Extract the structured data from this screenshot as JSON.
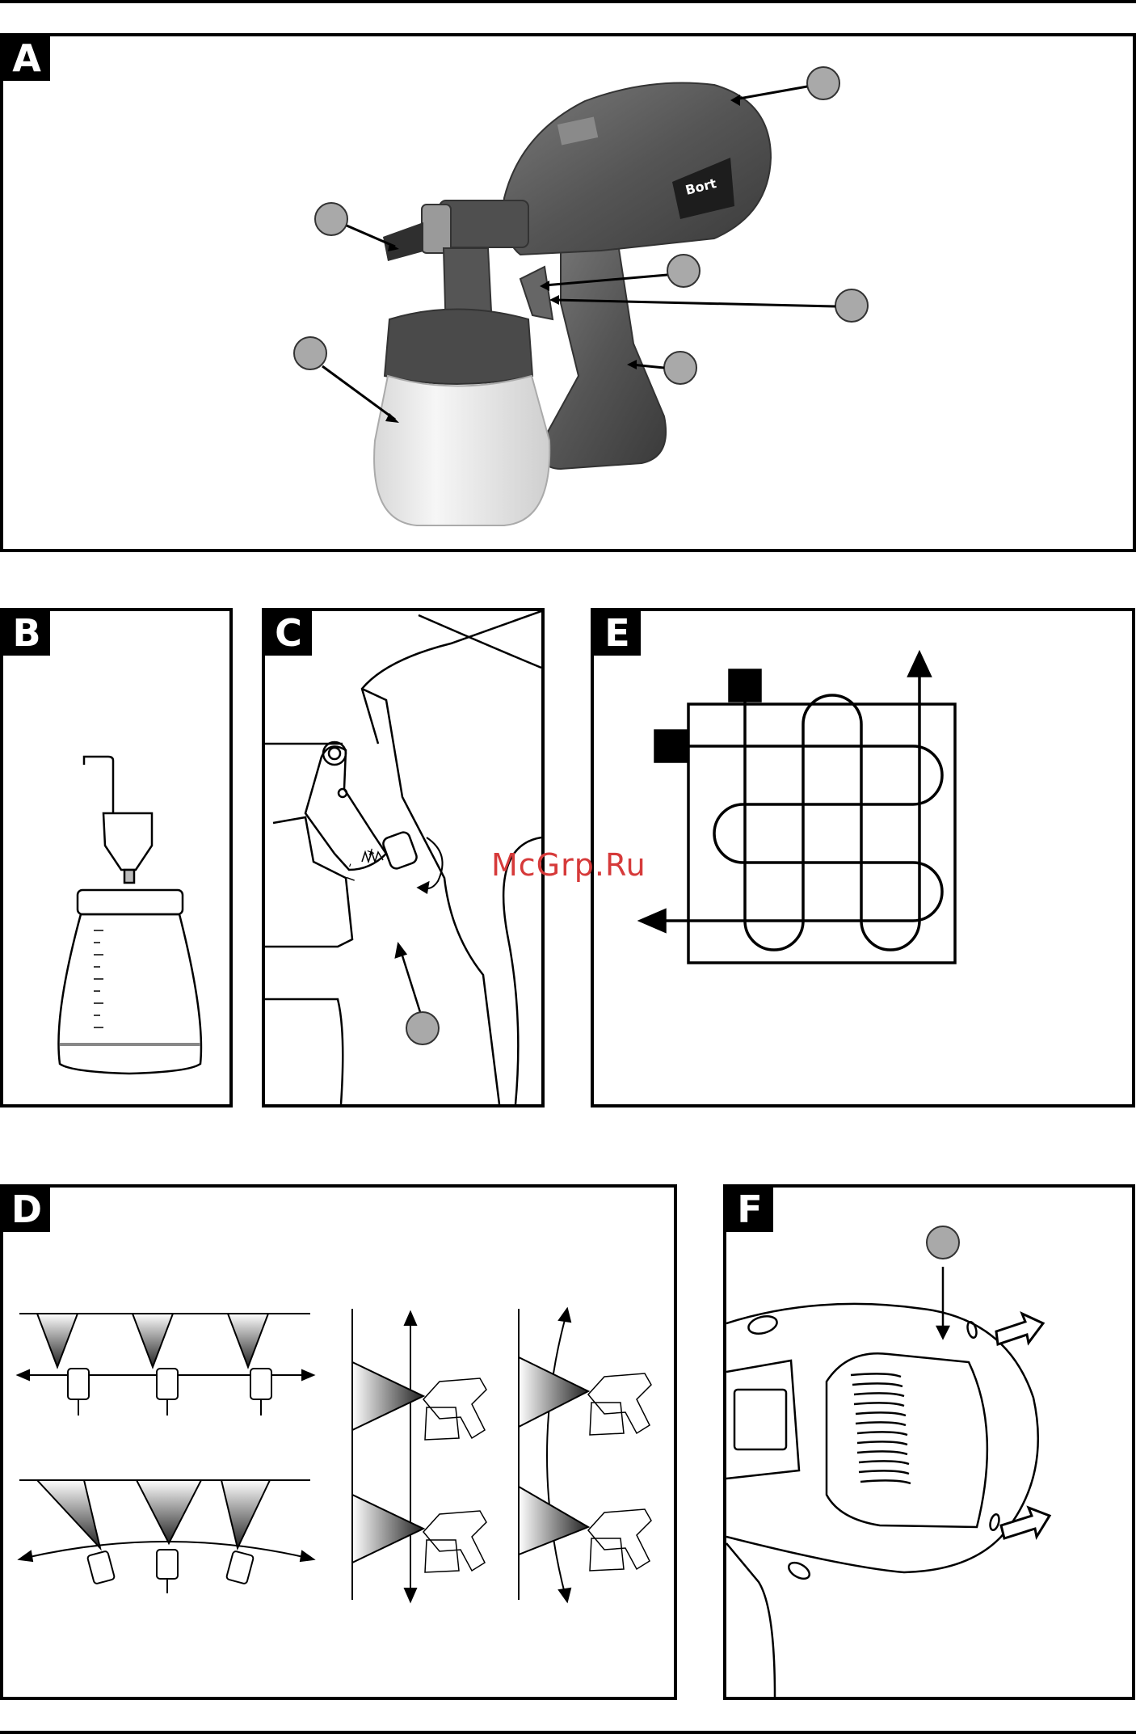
{
  "panels": {
    "a": {
      "label": "A"
    },
    "b": {
      "label": "B"
    },
    "c": {
      "label": "C",
      "scale_plus": "+",
      "scale_minus": "-",
      "scale_min": "I"
    },
    "e": {
      "label": "E"
    },
    "d": {
      "label": "D"
    },
    "f": {
      "label": "F"
    }
  },
  "brand_logo": "Bort",
  "watermark": "McGrp.Ru",
  "colors": {
    "callout_fill": "#a9a9a9",
    "tool_body": "#555555",
    "container": "#eeeeee",
    "ink": "#000000",
    "watermark": "#d63a3a"
  },
  "icons": [
    "callout-circle",
    "arrow",
    "paint-sprayer",
    "spray-cone",
    "outline-arrow"
  ]
}
